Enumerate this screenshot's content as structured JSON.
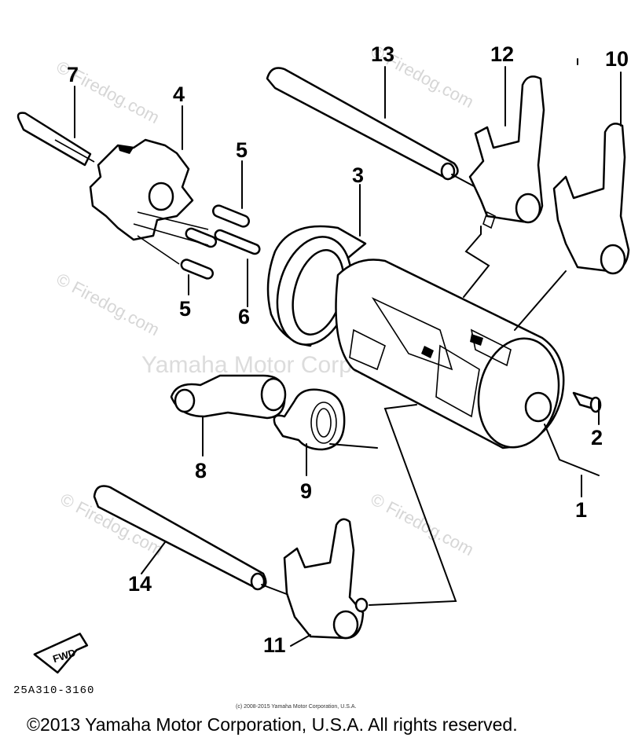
{
  "watermarks": {
    "site": "© Firedog.com",
    "center": "Yamaha Motor Corp., U.S.A."
  },
  "callouts": {
    "c1": "1",
    "c2": "2",
    "c3": "3",
    "c4": "4",
    "c5a": "5",
    "c5b": "5",
    "c6": "6",
    "c7": "7",
    "c8": "8",
    "c9": "9",
    "c10": "10",
    "c11": "11",
    "c12": "12",
    "c13": "13",
    "c14": "14"
  },
  "fwd_label": "FWD",
  "diagram_code": "25A310-3160",
  "small_copyright": "(c) 2008-2015 Yamaha Motor Corporation, U.S.A.",
  "copyright": "©2013 Yamaha Motor Corporation, U.S.A. All rights reserved."
}
